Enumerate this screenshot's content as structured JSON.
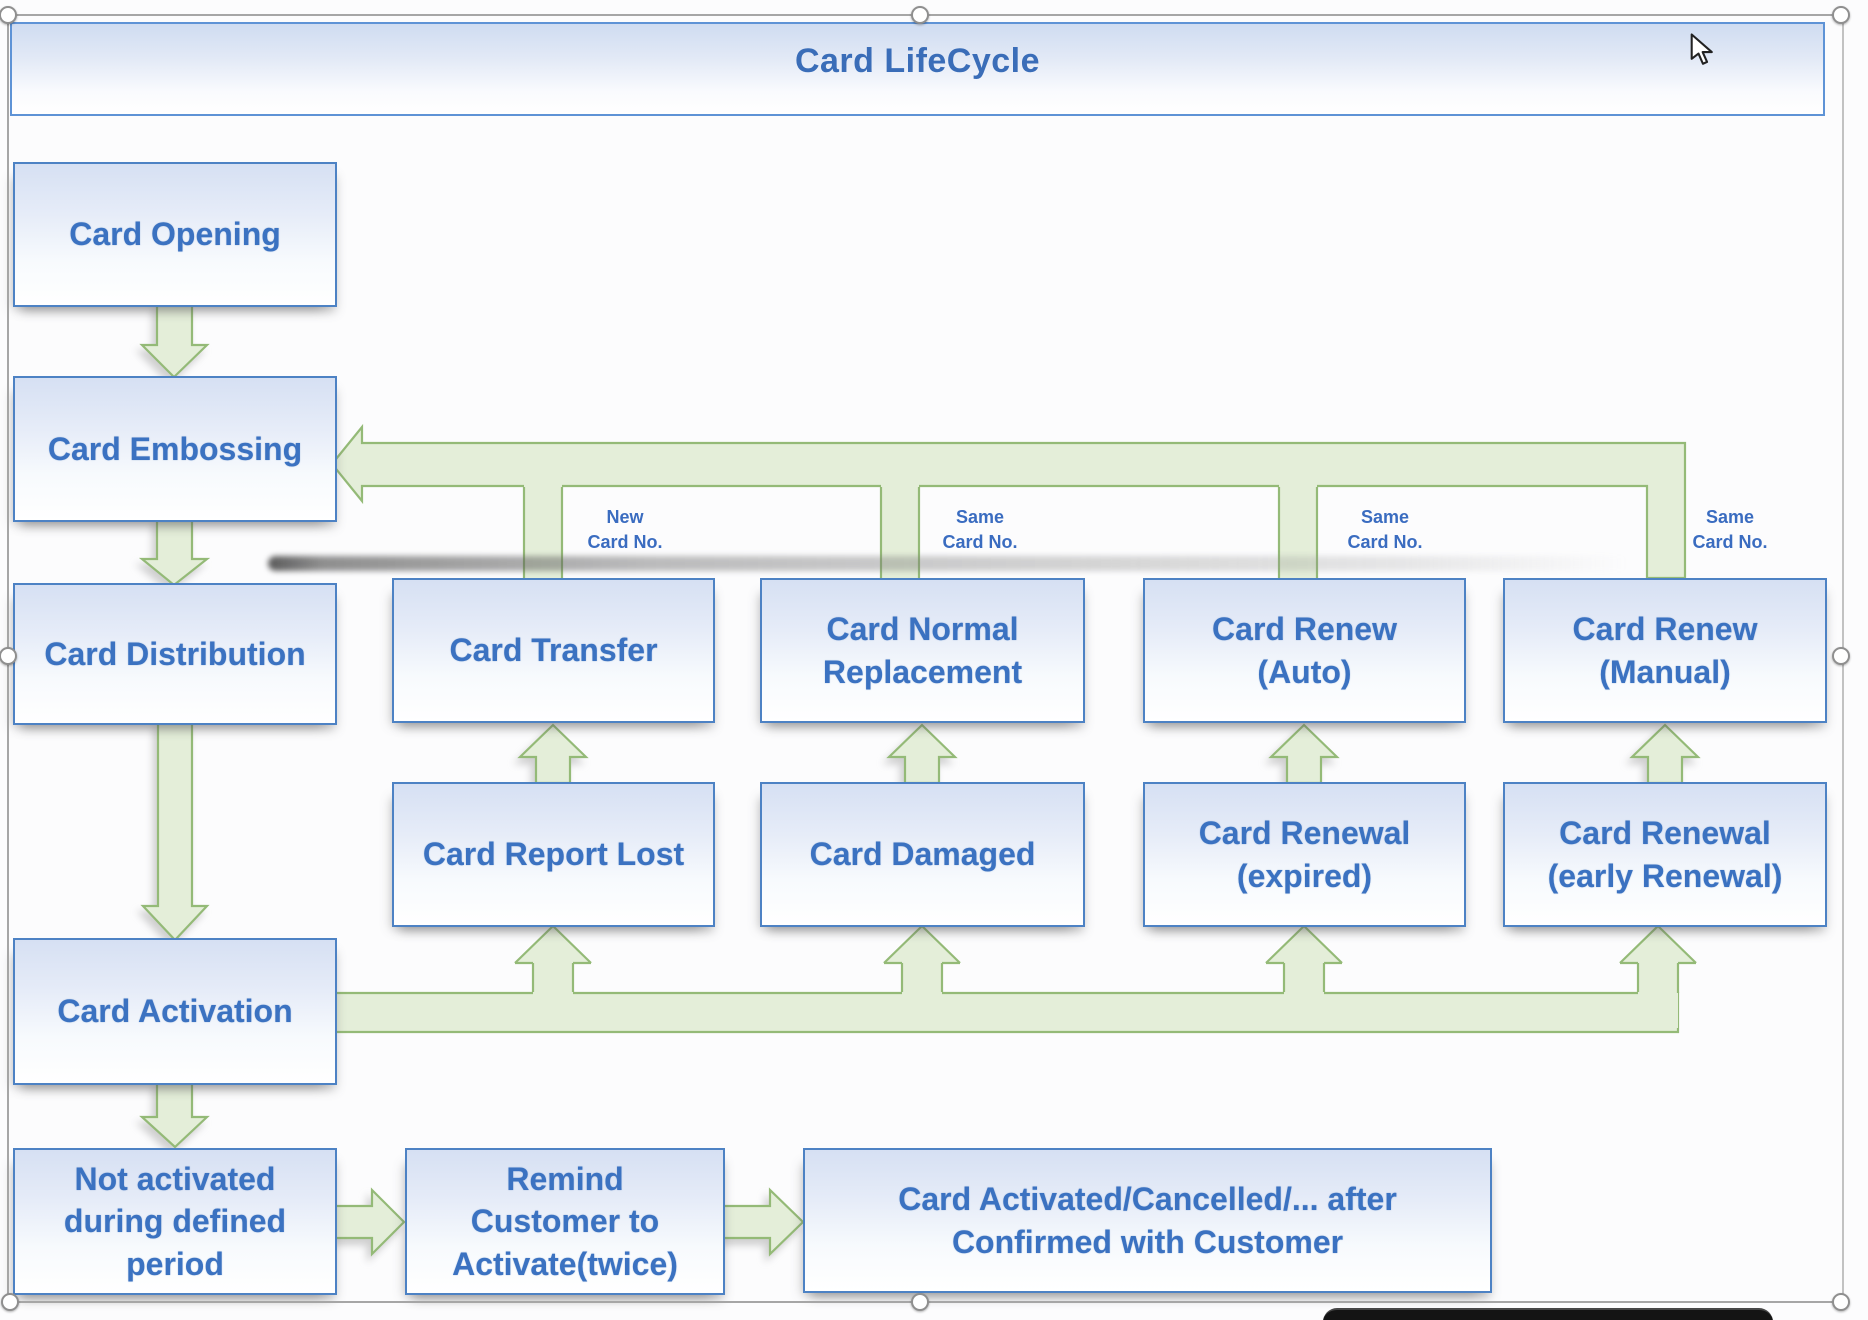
{
  "title": "Card LifeCycle",
  "boxes": {
    "card_opening": "Card Opening",
    "card_embossing": "Card Embossing",
    "card_distribution": "Card Distribution",
    "card_activation": "Card Activation",
    "not_activated": "Not activated\nduring defined\nperiod",
    "remind_customer": "Remind\nCustomer to\nActivate(twice)",
    "card_confirmed": "Card Activated/Cancelled/... after\nConfirmed with Customer",
    "card_transfer": "Card Transfer",
    "card_normal_replacement": "Card Normal\nReplacement",
    "card_renew_auto": "Card Renew\n(Auto)",
    "card_renew_manual": "Card Renew\n(Manual)",
    "card_report_lost": "Card Report Lost",
    "card_damaged": "Card Damaged",
    "card_renewal_expired": "Card Renewal\n(expired)",
    "card_renewal_early": "Card Renewal\n(early Renewal)"
  },
  "connector_labels": {
    "transfer": "New\nCard No.",
    "replacement": "Same\nCard No.",
    "renew_auto": "Same\nCard No.",
    "renew_manual": "Same\nCard No."
  },
  "colors": {
    "box_border": "#4d82c4",
    "box_text": "#3b72c1",
    "box_fill_top": "#d6e0f3",
    "arrow_fill": "#e4eed9",
    "arrow_stroke": "#94ba77",
    "title_text": "#3a6db8",
    "frame_gray": "#a6a6a6"
  }
}
